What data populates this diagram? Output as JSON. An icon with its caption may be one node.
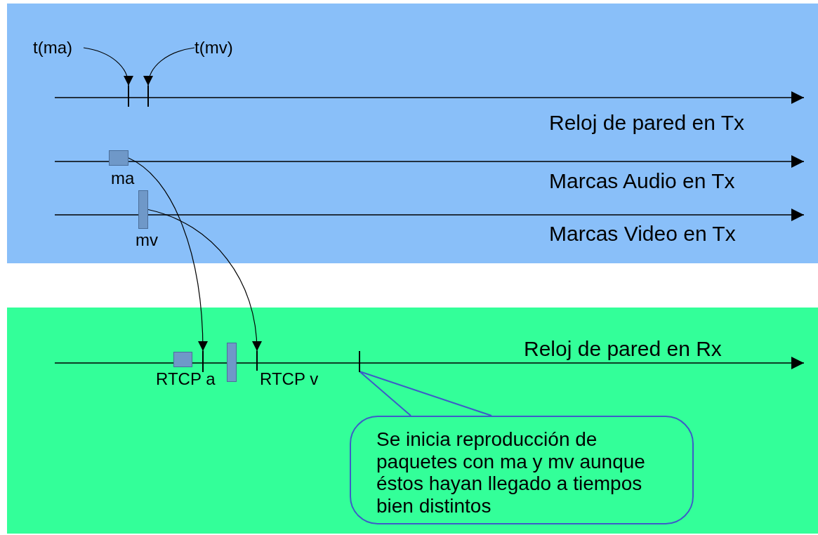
{
  "diagram": {
    "nodes": [
      {
        "text": [
          "t(ma)"
        ]
      },
      {
        "text": [
          "t(mv)"
        ]
      },
      {
        "text": [],
        "shape": "bar"
      },
      {
        "text": [],
        "shape": "bar"
      },
      {
        "text": [],
        "shape": "box",
        "beside": [
          "ma"
        ]
      },
      {
        "text": [],
        "shape": "bar",
        "beside": [
          "mv"
        ]
      },
      {
        "text": [],
        "shape": "box"
      },
      {
        "text": [],
        "shape": "bar"
      },
      {
        "text": [],
        "shape": "bar"
      },
      {
        "text": [],
        "shape": "bar"
      },
      {
        "text": [],
        "shape": "bar"
      },
      {
        "text": [
          "Se inicia reproducción de paquetes con ma y mv aunque éstos hayan llegado a tiempos bien distintos"
        ]
      }
    ],
    "edges": [
      {
        "from": 0,
        "to": 2,
        "arrow": "to"
      },
      {
        "from": 1,
        "to": 3,
        "arrow": "to"
      },
      {
        "from": 4,
        "to": 7,
        "arrow": "to"
      },
      {
        "from": 5,
        "to": 9,
        "arrow": "to"
      },
      {
        "from": 11,
        "to": 10,
        "arrow": "none",
        "color": "#3d5cc8"
      }
    ],
    "labels": [
      "Reloj de pared en Tx",
      "Marcas Audio en Tx",
      "Marcas Video en Tx",
      "Reloj de pared en Rx",
      "RTCP a",
      "RTCP v"
    ]
  }
}
